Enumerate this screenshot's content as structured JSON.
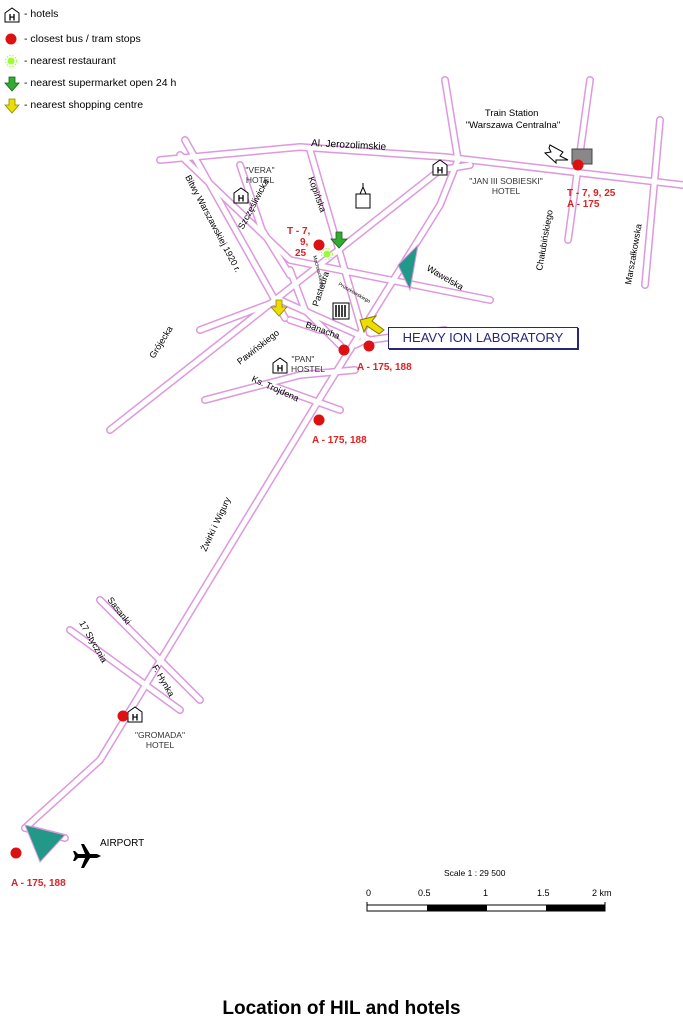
{
  "legend": [
    {
      "symbol": "hotel-icon",
      "label": "- hotels"
    },
    {
      "symbol": "stop-icon",
      "label": "- closest  bus / tram stops"
    },
    {
      "symbol": "restaurant-icon",
      "label": "- nearest restaurant"
    },
    {
      "symbol": "supermarket-arrow-icon",
      "label": "- nearest supermarket open 24 h"
    },
    {
      "symbol": "shopping-arrow-icon",
      "label": "- nearest shopping centre"
    }
  ],
  "colors": {
    "road": "#dd99dd",
    "stop": "#dd1111",
    "green": "#33aa33",
    "restaurant": "#99ff33",
    "yellow": "#eedd00",
    "park": "#229988",
    "hil": "#27277a"
  },
  "streets": {
    "jerozolimskie": "Al. Jerozolimskie",
    "bitwy": "Bitwy Warszawskiej 1920 r.",
    "szczesliwicka": "Szczęśliwicka",
    "kopinska": "Kopińska",
    "pasteura": "Pasteura",
    "wawelska": "Wawelska",
    "grojecka": "Grójecka",
    "pawinskiego": "Pawińskiego",
    "banacha": "Banacha",
    "trojdena": "Ks. Trojdena",
    "zwirki": "Żwirki i Wigury",
    "sasanki": "Sasanki",
    "styczna": "17 Stycznia",
    "hynka": "F. Hynka",
    "chalubinskiego": "Chałubińskiego",
    "marszalkowska": "Marszałkowska",
    "small1": "Mochnackiego",
    "small2": "Pruszkowskiego"
  },
  "places": {
    "vera": "\"VERA\"\nHOTEL",
    "sobieski": "\"JAN III SOBIESKI\"\nHOTEL",
    "pan": "\"PAN\"\nHOSTEL",
    "gromada": "\"GROMADA\"\nHOTEL",
    "station": "Train Station\n\"Warszawa Centralna\"",
    "airport": "AIRPORT",
    "hil": "HEAVY ION LABORATORY"
  },
  "stops": {
    "station": "T - 7, 9, 25\nA - 175",
    "kopinska": "T - 7,\n9,\n25",
    "banacha": "A - 175, 188",
    "trojdena": "A - 175, 188",
    "airport": "A - 175, 188"
  },
  "scale": {
    "title": "Scale 1 : 29 500",
    "ticks": [
      "0",
      "0.5",
      "1",
      "1.5",
      "2 km"
    ]
  },
  "caption": "Location of HIL and hotels"
}
